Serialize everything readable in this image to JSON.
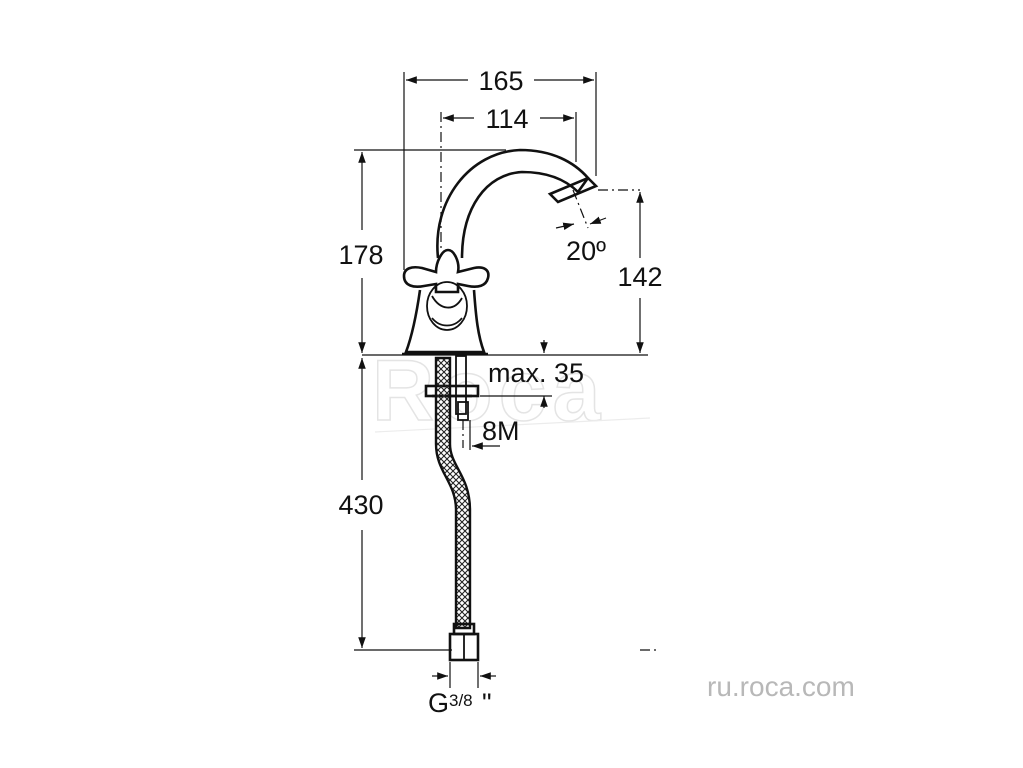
{
  "dimensions": {
    "overall_width": "165",
    "spout_reach": "114",
    "total_height": "178",
    "spout_height": "142",
    "spout_angle": "20º",
    "max_deck_thickness": "max. 35",
    "thread": "8M",
    "hose_length": "430",
    "connection_prefix": "G",
    "connection_size": "3/8",
    "connection_suffix": "\""
  },
  "watermark": {
    "logo_text": "Roca",
    "url": "ru.roca.com"
  },
  "colors": {
    "line": "#111111",
    "watermark": "#c8c8c8"
  }
}
